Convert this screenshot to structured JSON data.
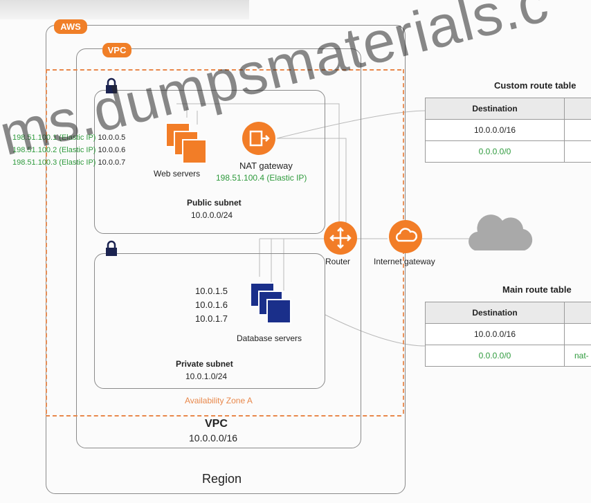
{
  "badges": {
    "aws": "AWS",
    "vpc": "VPC"
  },
  "web_servers": {
    "label": "Web servers",
    "ips": [
      {
        "public": "198.51.100.1",
        "tag": "(Elastic IP)",
        "private": "10.0.0.5"
      },
      {
        "public": "198.51.100.2",
        "tag": "(Elastic IP)",
        "private": "10.0.0.6"
      },
      {
        "public": "198.51.100.3",
        "tag": "(Elastic IP)",
        "private": "10.0.0.7"
      }
    ]
  },
  "nat_gateway": {
    "label": "NAT gateway",
    "ip": "198.51.100.4 (Elastic IP)"
  },
  "public_subnet": {
    "label": "Public subnet",
    "cidr": "10.0.0.0/24"
  },
  "private_subnet": {
    "label": "Private subnet",
    "cidr": "10.0.1.0/24"
  },
  "db_servers": {
    "label": "Database servers",
    "ips": [
      "10.0.1.5",
      "10.0.1.6",
      "10.0.1.7"
    ]
  },
  "router": "Router",
  "internet_gateway": "Internet gateway",
  "availability_zone": "Availability Zone A",
  "vpc": {
    "label": "VPC",
    "cidr": "10.0.0.0/16"
  },
  "region": "Region",
  "custom_route_table": {
    "title": "Custom route table",
    "header": "Destination",
    "rows": [
      "10.0.0.0/16",
      "0.0.0.0/0"
    ]
  },
  "main_route_table": {
    "title": "Main route table",
    "header": "Destination",
    "rows": [
      "10.0.0.0/16",
      "0.0.0.0/0"
    ],
    "target_partial": "nat-"
  },
  "watermark": "ms.dumpsmaterials.c",
  "colors": {
    "orange": "#f27d27",
    "green": "#2e9a3c",
    "navy": "#1a2f8a"
  }
}
